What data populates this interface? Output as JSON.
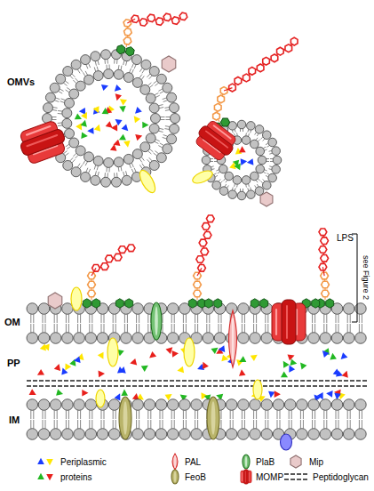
{
  "diagram": {
    "labels": [
      "OMVs",
      "LPS",
      "see Figure 2",
      "OM",
      "PP",
      "IM"
    ],
    "legend": [
      {
        "text": "Periplasmic proteins"
      },
      {
        "text": "PAL"
      },
      {
        "text": "FeoB"
      },
      {
        "text": "PlaB"
      },
      {
        "text": "MOMP"
      },
      {
        "text": "Mip"
      },
      {
        "text": "Peptidoglycan"
      }
    ]
  }
}
